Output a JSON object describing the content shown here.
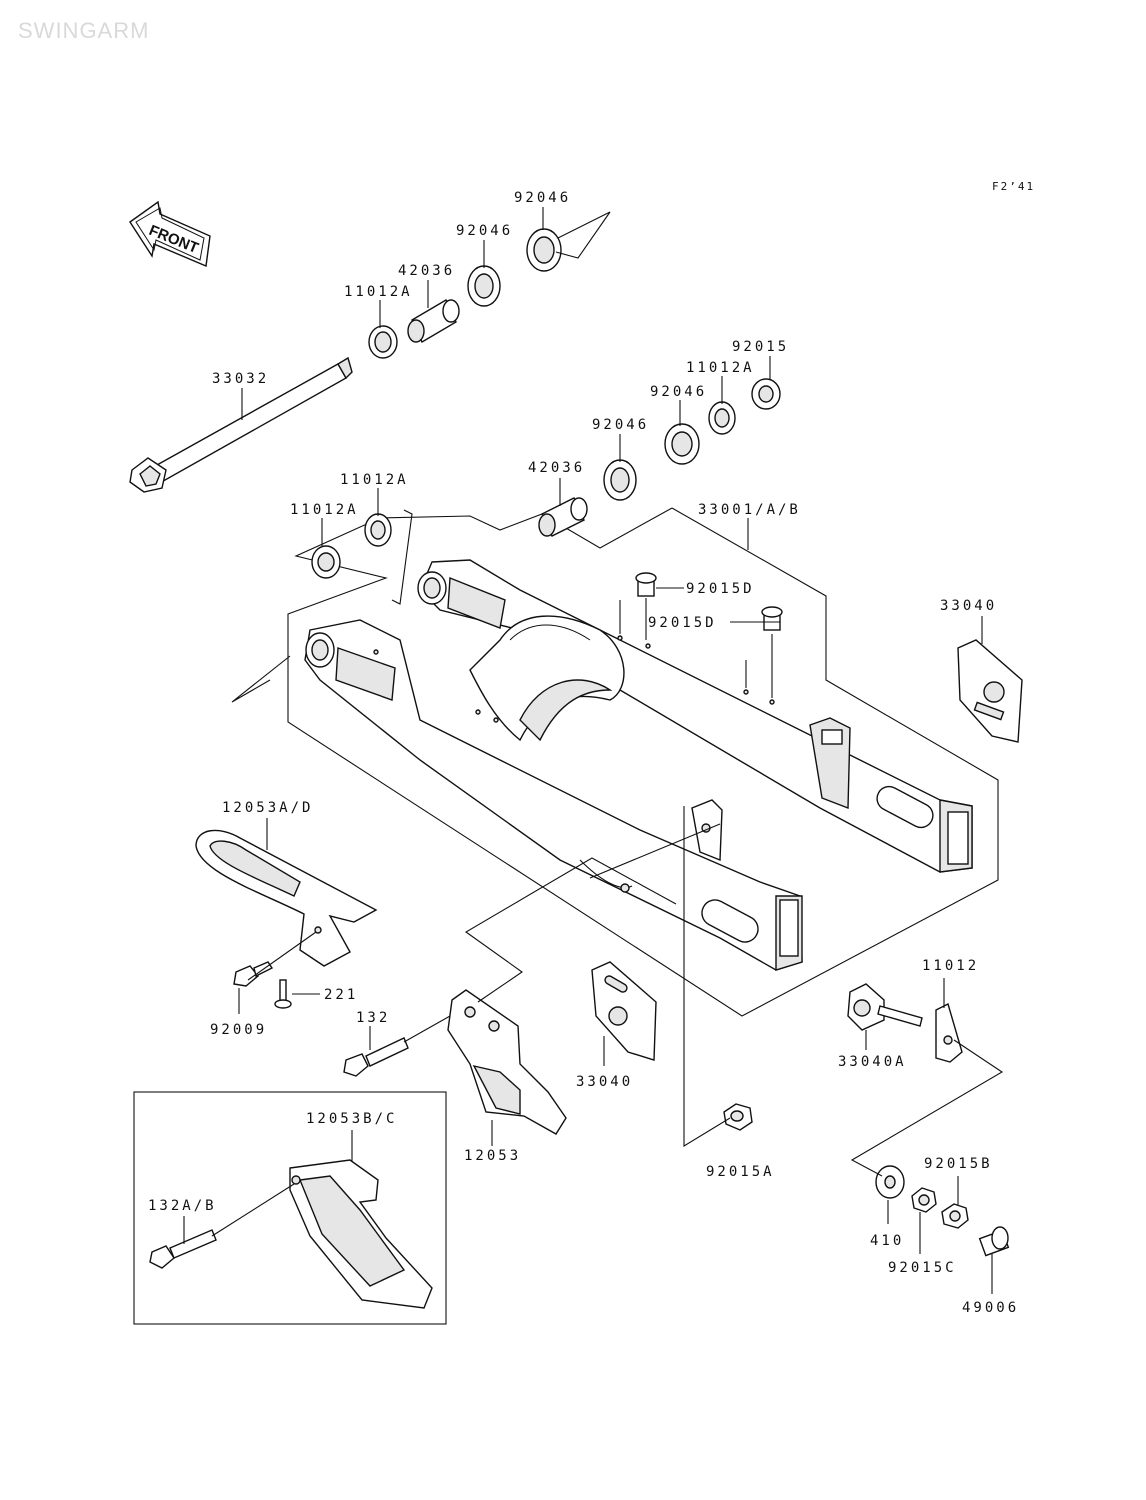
{
  "title": "SWINGARM",
  "figure_code": "F2’41",
  "front_label": "FRONT",
  "labels": {
    "l_92046_top": "92046",
    "l_92046_b": "92046",
    "l_42036_a": "42036",
    "l_11012A_a": "11012A",
    "l_33032": "33032",
    "l_92015": "92015",
    "l_11012A_b": "11012A",
    "l_92046_c": "92046",
    "l_92046_d": "92046",
    "l_42036_b": "42036",
    "l_11012A_c": "11012A",
    "l_11012A_d": "11012A",
    "l_33001": "33001/A/B",
    "l_92015D_a": "92015D",
    "l_92015D_b": "92015D",
    "l_33040_r": "33040",
    "l_12053AD": "12053A/D",
    "l_92009": "92009",
    "l_221": "221",
    "l_132": "132",
    "l_33040": "33040",
    "l_12053": "12053",
    "l_11012": "11012",
    "l_33040A": "33040A",
    "l_92015A": "92015A",
    "l_12053BC": "12053B/C",
    "l_132AB": "132A/B",
    "l_92015B": "92015B",
    "l_410": "410",
    "l_92015C": "92015C",
    "l_49006": "49006"
  }
}
